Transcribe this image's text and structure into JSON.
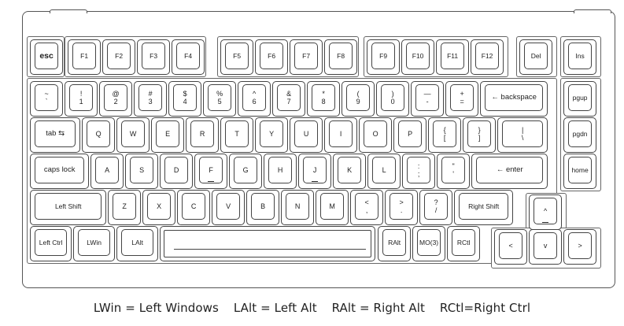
{
  "legend": [
    "LWin = Left Windows",
    "LAlt = Left Alt",
    "RAlt = Right Alt",
    "RCtl=Right Ctrl"
  ],
  "rows": [
    {
      "name": "function-row",
      "keys": [
        {
          "id": "esc",
          "label": "esc",
          "style": "big"
        },
        {
          "id": "f1",
          "label": "F1",
          "style": "fn"
        },
        {
          "id": "f2",
          "label": "F2",
          "style": "fn"
        },
        {
          "id": "f3",
          "label": "F3",
          "style": "fn"
        },
        {
          "id": "f4",
          "label": "F4",
          "style": "fn"
        },
        {
          "id": "f5",
          "label": "F5",
          "style": "fn"
        },
        {
          "id": "f6",
          "label": "F6",
          "style": "fn"
        },
        {
          "id": "f7",
          "label": "F7",
          "style": "fn"
        },
        {
          "id": "f8",
          "label": "F8",
          "style": "fn"
        },
        {
          "id": "f9",
          "label": "F9",
          "style": "fn"
        },
        {
          "id": "f10",
          "label": "F10",
          "style": "fn"
        },
        {
          "id": "f11",
          "label": "F11",
          "style": "fn"
        },
        {
          "id": "f12",
          "label": "F12",
          "style": "fn"
        },
        {
          "id": "del",
          "label": "Del",
          "style": "fn"
        },
        {
          "id": "ins",
          "label": "Ins",
          "style": "fn"
        }
      ]
    },
    {
      "name": "number-row",
      "keys": [
        {
          "id": "grave",
          "top": "~",
          "bottom": "`"
        },
        {
          "id": "1",
          "top": "!",
          "bottom": "1"
        },
        {
          "id": "2",
          "top": "@",
          "bottom": "2"
        },
        {
          "id": "3",
          "top": "#",
          "bottom": "3"
        },
        {
          "id": "4",
          "top": "$",
          "bottom": "4"
        },
        {
          "id": "5",
          "top": "%",
          "bottom": "5"
        },
        {
          "id": "6",
          "top": "^",
          "bottom": "6"
        },
        {
          "id": "7",
          "top": "&",
          "bottom": "7"
        },
        {
          "id": "8",
          "top": "*",
          "bottom": "8"
        },
        {
          "id": "9",
          "top": "(",
          "bottom": "9"
        },
        {
          "id": "0",
          "top": ")",
          "bottom": "0"
        },
        {
          "id": "minus",
          "top": "—",
          "bottom": "-"
        },
        {
          "id": "equal",
          "top": "+",
          "bottom": "="
        },
        {
          "id": "backspace",
          "label": "← backspace",
          "style": "wide"
        },
        {
          "id": "pgup",
          "label": "pgup",
          "style": "fn"
        }
      ]
    },
    {
      "name": "qwerty-row",
      "keys": [
        {
          "id": "tab",
          "label": "tab ⇆",
          "style": "wide"
        },
        {
          "id": "q",
          "label": "Q"
        },
        {
          "id": "w",
          "label": "W"
        },
        {
          "id": "e",
          "label": "E"
        },
        {
          "id": "r",
          "label": "R"
        },
        {
          "id": "t",
          "label": "T"
        },
        {
          "id": "y",
          "label": "Y"
        },
        {
          "id": "u",
          "label": "U"
        },
        {
          "id": "i",
          "label": "I"
        },
        {
          "id": "o",
          "label": "O"
        },
        {
          "id": "p",
          "label": "P"
        },
        {
          "id": "lbracket",
          "top": "{",
          "bottom": "["
        },
        {
          "id": "rbracket",
          "top": "}",
          "bottom": "]"
        },
        {
          "id": "backslash",
          "top": "|",
          "bottom": "\\"
        },
        {
          "id": "pgdn",
          "label": "pgdn",
          "style": "fn"
        }
      ]
    },
    {
      "name": "home-row",
      "keys": [
        {
          "id": "capslock",
          "label": "caps lock",
          "style": "wide"
        },
        {
          "id": "a",
          "label": "A"
        },
        {
          "id": "s",
          "label": "S"
        },
        {
          "id": "d",
          "label": "D"
        },
        {
          "id": "f",
          "label": "F",
          "homing": true
        },
        {
          "id": "g",
          "label": "G"
        },
        {
          "id": "h",
          "label": "H"
        },
        {
          "id": "j",
          "label": "J",
          "homing": true
        },
        {
          "id": "k",
          "label": "K"
        },
        {
          "id": "l",
          "label": "L"
        },
        {
          "id": "semicolon",
          "top": ":",
          "bottom": ";"
        },
        {
          "id": "quote",
          "top": "\"",
          "bottom": "'"
        },
        {
          "id": "enter",
          "label": "← enter",
          "style": "wide"
        },
        {
          "id": "home",
          "label": "home",
          "style": "fn"
        }
      ]
    },
    {
      "name": "shift-row",
      "keys": [
        {
          "id": "lshift",
          "label": "Left Shift",
          "style": "fn"
        },
        {
          "id": "z",
          "label": "Z"
        },
        {
          "id": "x",
          "label": "X"
        },
        {
          "id": "c",
          "label": "C"
        },
        {
          "id": "v",
          "label": "V"
        },
        {
          "id": "b",
          "label": "B"
        },
        {
          "id": "n",
          "label": "N"
        },
        {
          "id": "m",
          "label": "M"
        },
        {
          "id": "comma",
          "top": "<",
          "bottom": ","
        },
        {
          "id": "period",
          "top": ">",
          "bottom": "."
        },
        {
          "id": "slash",
          "top": "?",
          "bottom": "/"
        },
        {
          "id": "rshift",
          "label": "Right Shift",
          "style": "fn"
        },
        {
          "id": "up",
          "label": "^",
          "homing": true
        }
      ]
    },
    {
      "name": "bottom-row",
      "keys": [
        {
          "id": "lctrl",
          "label": "Left Ctrl",
          "style": "fn"
        },
        {
          "id": "lwin",
          "label": "LWin",
          "style": "fn"
        },
        {
          "id": "lalt",
          "label": "LAlt",
          "style": "fn"
        },
        {
          "id": "space",
          "label": ""
        },
        {
          "id": "ralt",
          "label": "RAlt",
          "style": "fn"
        },
        {
          "id": "mo3",
          "label": "MO(3)",
          "style": "fn"
        },
        {
          "id": "rctl",
          "label": "RCtl",
          "style": "fn"
        },
        {
          "id": "left",
          "label": "<"
        },
        {
          "id": "down",
          "label": "v"
        },
        {
          "id": "right",
          "label": ">"
        }
      ]
    }
  ]
}
